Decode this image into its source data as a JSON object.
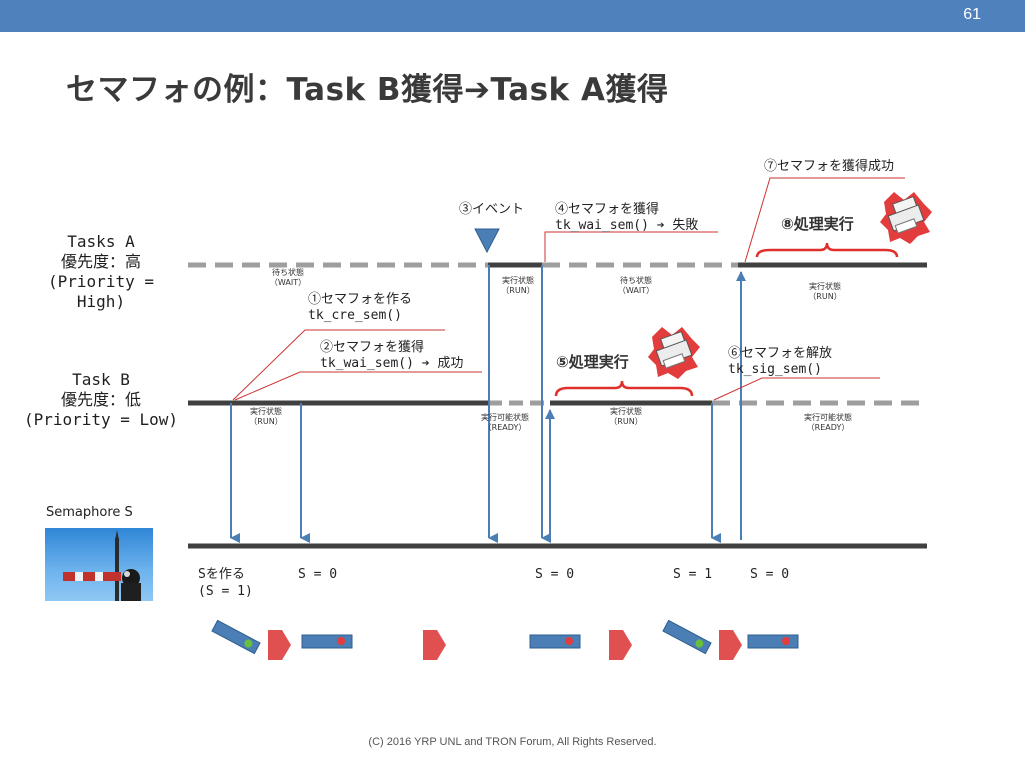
{
  "slide": {
    "number": "61",
    "title": "セマフォの例：Task B獲得➔Task A獲得",
    "footer": "(C) 2016 YRP UNL and TRON Forum, All Rights Reserved."
  },
  "tasks": {
    "a_line1": "Tasks A",
    "a_line2": "優先度：高",
    "a_line3": "(Priority = High)",
    "b_line1": "Task B",
    "b_line2": "優先度：低",
    "b_line3": "(Priority = Low)"
  },
  "states": {
    "wait_ja": "待ち状態",
    "wait_en": "（WAIT）",
    "run_ja": "実行状態",
    "run_en": "（RUN）",
    "ready_ja": "実行可能状態",
    "ready_en": "（READY）"
  },
  "annotations": {
    "step1_line1": "①セマフォを作る",
    "step1_line2": "tk_cre_sem()",
    "step2_line1": "②セマフォを獲得",
    "step2_line2": "tk_wai_sem() ➔ 成功",
    "step3": "③イベント",
    "step4_line1": "④セマフォを獲得",
    "step4_line2": "tk_wai_sem() ➔ 失敗",
    "step5": "⑤処理実行",
    "step6_line1": "⑥セマフォを解放",
    "step6_line2": "tk_sig_sem()",
    "step7": "⑦セマフォを獲得成功",
    "step8": "⑧処理実行"
  },
  "semaphore": {
    "label": "Semaphore S",
    "create_line1": "Sを作る",
    "create_line2": "(S = 1)",
    "v1": "S = 0",
    "v2": "S = 0",
    "v3": "S = 1",
    "v4": "S = 0"
  },
  "colors": {
    "bar": "#4f81bd",
    "track": "#404040",
    "dashed": "#9e9e9e",
    "arrow": "#4a7eb5",
    "red": "#d9302b",
    "brace": "#e0302b"
  }
}
